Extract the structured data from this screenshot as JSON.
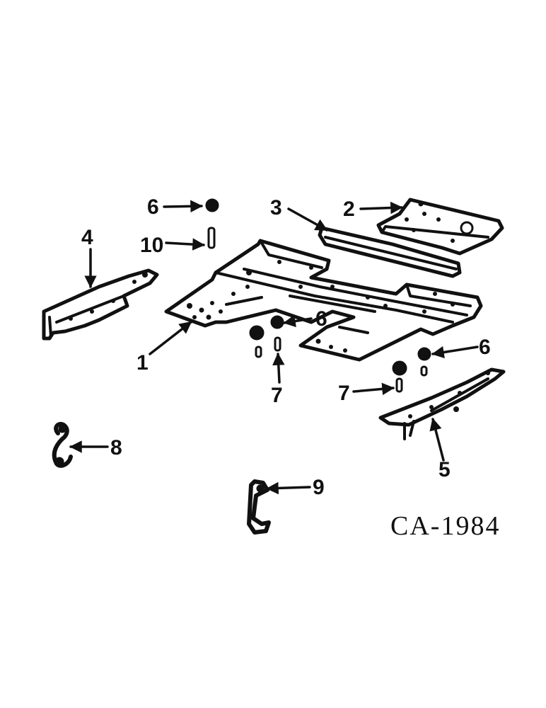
{
  "figure_code": "CA-1984",
  "callouts": [
    {
      "id": "c1",
      "label": "1"
    },
    {
      "id": "c2",
      "label": "2"
    },
    {
      "id": "c3",
      "label": "3"
    },
    {
      "id": "c4",
      "label": "4"
    },
    {
      "id": "c5",
      "label": "5"
    },
    {
      "id": "c6a",
      "label": "6"
    },
    {
      "id": "c6b",
      "label": "6"
    },
    {
      "id": "c6c",
      "label": "6"
    },
    {
      "id": "c7a",
      "label": "7"
    },
    {
      "id": "c7b",
      "label": "7"
    },
    {
      "id": "c8",
      "label": "8"
    },
    {
      "id": "c9",
      "label": "9"
    },
    {
      "id": "c10",
      "label": "10"
    }
  ]
}
